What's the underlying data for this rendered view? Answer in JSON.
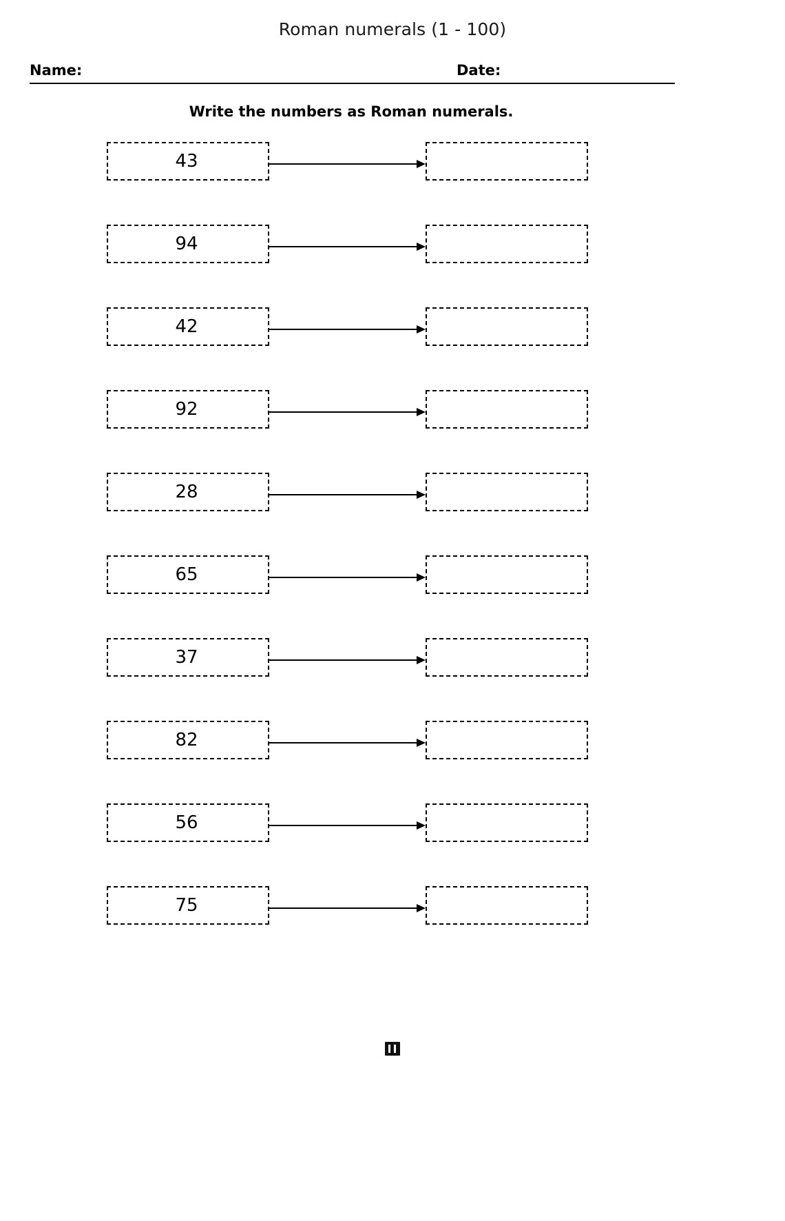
{
  "header": {
    "title": "Roman numerals (1 - 100)",
    "name_label": "Name:",
    "date_label": "Date:"
  },
  "instruction": "Write the numbers as Roman numerals.",
  "problems": [
    {
      "number": "43",
      "answer": ""
    },
    {
      "number": "94",
      "answer": ""
    },
    {
      "number": "42",
      "answer": ""
    },
    {
      "number": "92",
      "answer": ""
    },
    {
      "number": "28",
      "answer": ""
    },
    {
      "number": "65",
      "answer": ""
    },
    {
      "number": "37",
      "answer": ""
    },
    {
      "number": "82",
      "answer": ""
    },
    {
      "number": "56",
      "answer": ""
    },
    {
      "number": "75",
      "answer": ""
    }
  ],
  "footer": {
    "logo_icon": "logo-mark-icon"
  },
  "colors": {
    "ink": "#000000",
    "title_ink": "#1a1a1a",
    "paper": "#ffffff"
  }
}
